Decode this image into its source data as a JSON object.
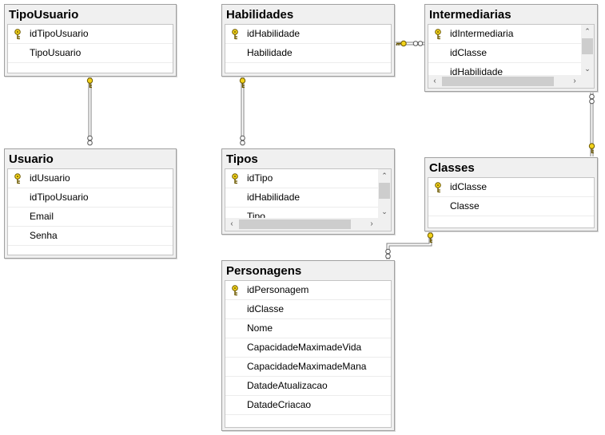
{
  "tables": {
    "tipo_usuario": {
      "title": "TipoUsuario",
      "columns": [
        "idTipoUsuario",
        "TipoUsuario"
      ]
    },
    "habilidades": {
      "title": "Habilidades",
      "columns": [
        "idHabilidade",
        "Habilidade"
      ]
    },
    "intermediarias": {
      "title": "Intermediarias",
      "columns": [
        "idIntermediaria",
        "idClasse",
        "idHabilidade"
      ]
    },
    "usuario": {
      "title": "Usuario",
      "columns": [
        "idUsuario",
        "idTipoUsuario",
        "Email",
        "Senha"
      ]
    },
    "tipos": {
      "title": "Tipos",
      "columns": [
        "idTipo",
        "idHabilidade",
        "Tipo"
      ]
    },
    "classes": {
      "title": "Classes",
      "columns": [
        "idClasse",
        "Classe"
      ]
    },
    "personagens": {
      "title": "Personagens",
      "columns": [
        "idPersonagem",
        "idClasse",
        "Nome",
        "CapacidadeMaximadeVida",
        "CapacidadeMaximadeMana",
        "DatadeAtualizacao",
        "DatadeCriacao"
      ]
    }
  },
  "colors": {
    "key_fill": "#f2d21a",
    "key_stroke": "#6e5a00",
    "connector": "#808080"
  }
}
